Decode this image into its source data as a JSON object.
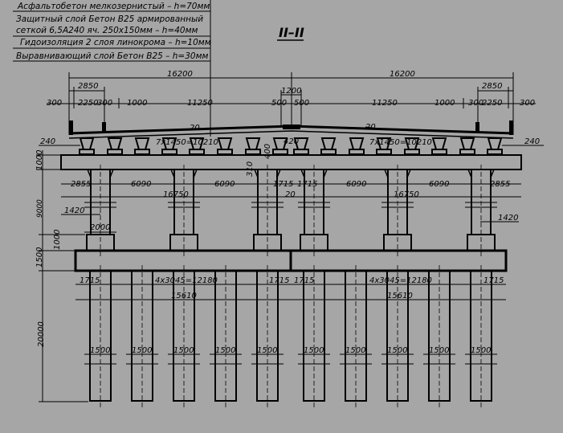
{
  "title": "II–II",
  "layers": [
    "Асфальтобетон мелкозернистый – h=70мм",
    "Защитный слой Бетон В25 армированный",
    "сеткой 6,5А240 яч. 250х150мм – h=40мм",
    "Гидоизоляция 2 слоя линокрома – h=10мм",
    "Выравнивающий слой Бетон В25 – h=30мм"
  ],
  "dims": {
    "half_span": "16200",
    "median": "1200",
    "sidewalk": "2850",
    "s300": "300",
    "s2250": "2250",
    "s1000": "1000",
    "carriage": "11250",
    "s500": "500",
    "s240": "240",
    "beams": "7х1450=10210",
    "beam_gap": "420",
    "slope": "20",
    "cap_h": "1000",
    "col_h": "9000",
    "col_3": "310",
    "col_2": "400",
    "edge_col": "2855",
    "col_spacing": "6090",
    "cap_len": "16750",
    "inner": "1715",
    "ped_w": "2000",
    "col_offset": "1420",
    "ped_h": "1000",
    "footing_h": "1500",
    "pile_edge": "1715",
    "pile_spacing": "4х3045=12180",
    "footing_len": "15610",
    "pile_len": "20000",
    "pile_d": "1500"
  }
}
